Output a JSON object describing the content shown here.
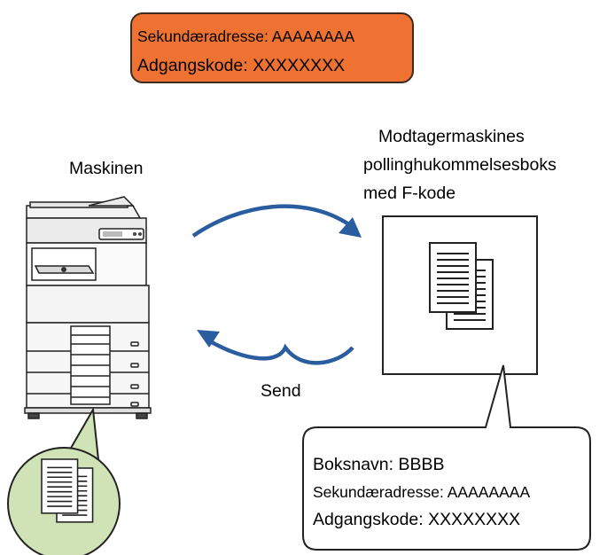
{
  "top_box": {
    "line1": "Sekundæradresse: AAAAAAAA",
    "line2": "Adgangskode: XXXXXXXX",
    "color": "#f07232"
  },
  "machine_label": "Maskinen",
  "receiver_label": {
    "line1": "Modtagermaskines",
    "line2": "pollinghukommelsesboks",
    "line3": "med F-kode"
  },
  "send_label": "Send",
  "callout": {
    "line1": "Boksnavn: BBBB",
    "line2": "Sekundæradresse: AAAAAAAA",
    "line3": "Adgangskode: XXXXXXXX"
  },
  "colors": {
    "arrow": "#2a5d9f",
    "circle_fill": "#cfe3b6"
  }
}
